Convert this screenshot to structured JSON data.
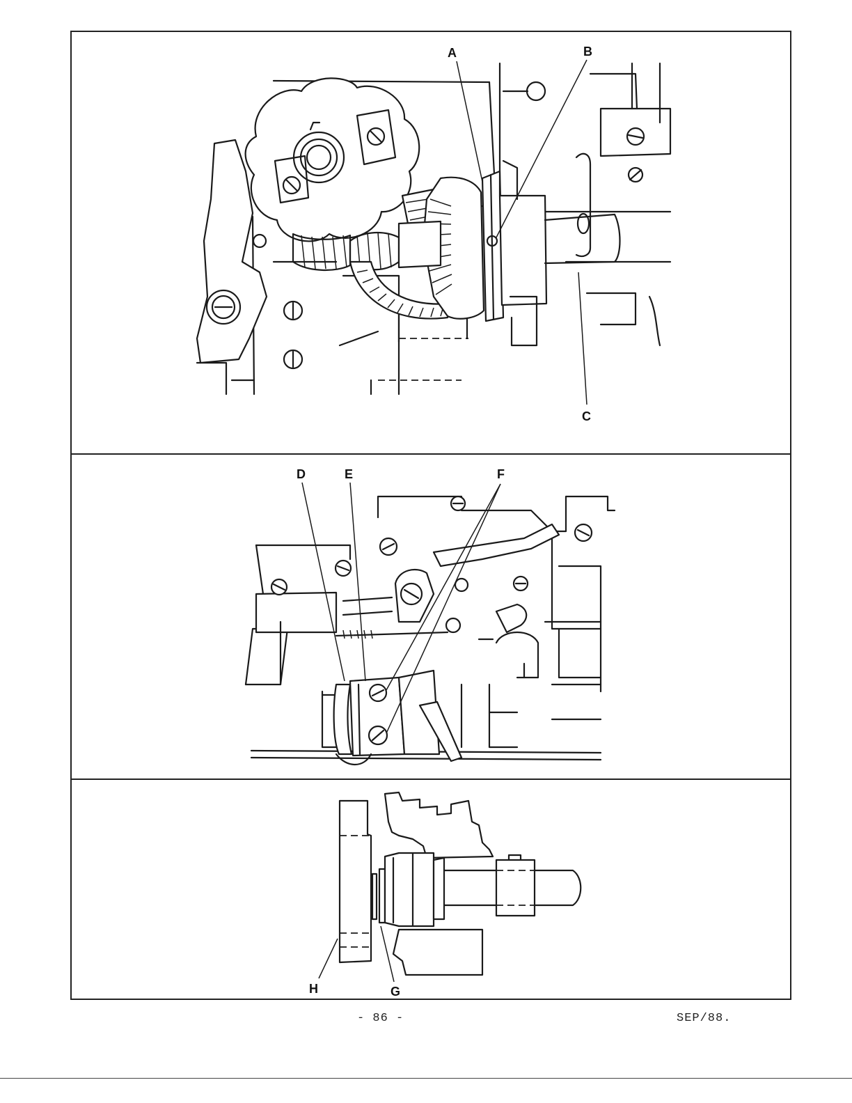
{
  "figure": {
    "top_panel": {
      "labels": {
        "a": "A",
        "b": "B",
        "c": "C"
      }
    },
    "middle_panel": {
      "labels": {
        "d": "D",
        "e": "E",
        "f": "F"
      }
    },
    "bottom_panel": {
      "labels": {
        "g": "G",
        "h": "H"
      }
    }
  },
  "footer": {
    "page_number": "- 86 -",
    "date": "SEP/88."
  }
}
